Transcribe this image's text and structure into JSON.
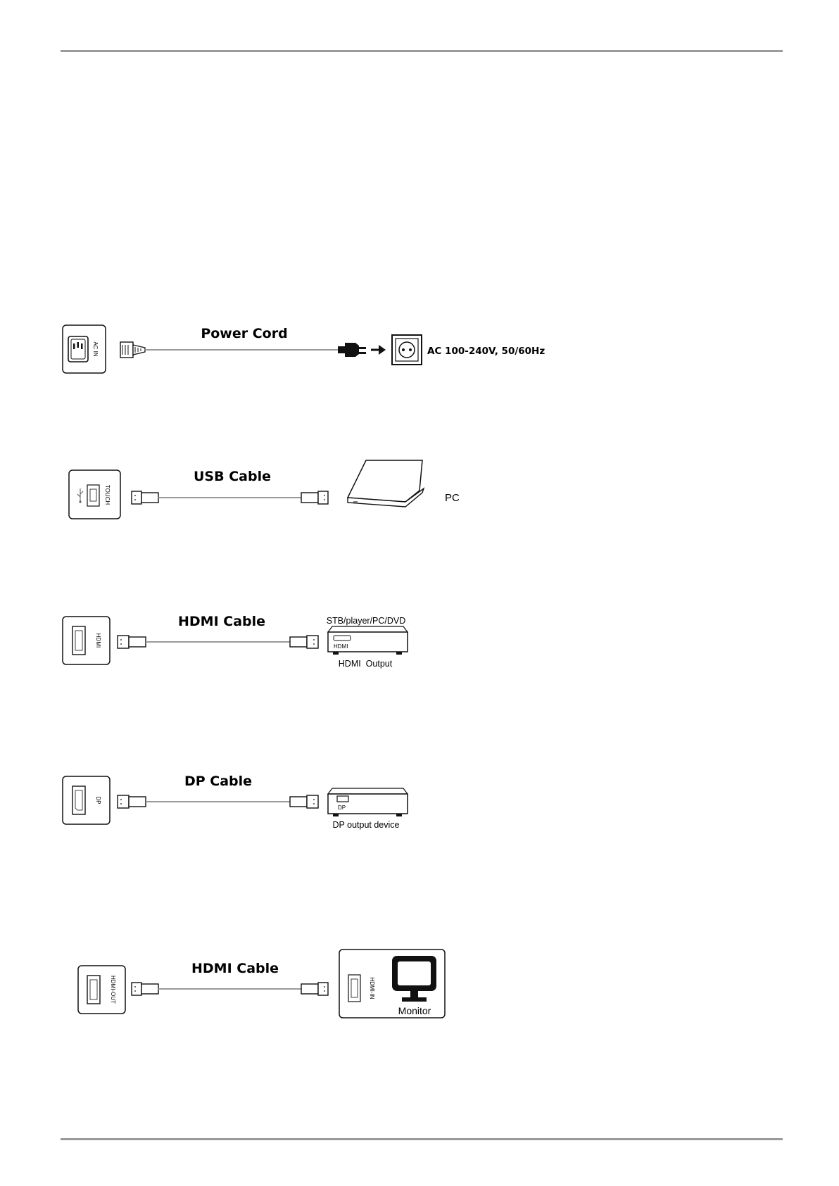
{
  "power": {
    "port_label": "AC IN",
    "cable_title": "Power Cord",
    "supply_text": "AC 100-240V, 50/60Hz"
  },
  "usb": {
    "port_label": "TOUCH",
    "cable_title": "USB Cable",
    "device_label": "PC"
  },
  "hdmi_in": {
    "port_label": "HDMI",
    "cable_title": "HDMI Cable",
    "device_top": "STB/player/PC/DVD",
    "device_port": "HDMI",
    "device_bottom": "HDMI  Output"
  },
  "dp": {
    "port_label": "DP",
    "cable_title": "DP Cable",
    "device_port": "DP",
    "device_bottom": "DP output device"
  },
  "hdmi_out": {
    "port_label": "HDMI-OUT",
    "cable_title": "HDMI Cable",
    "monitor_port": "HDMI-IN",
    "monitor_label": "Monitor"
  }
}
